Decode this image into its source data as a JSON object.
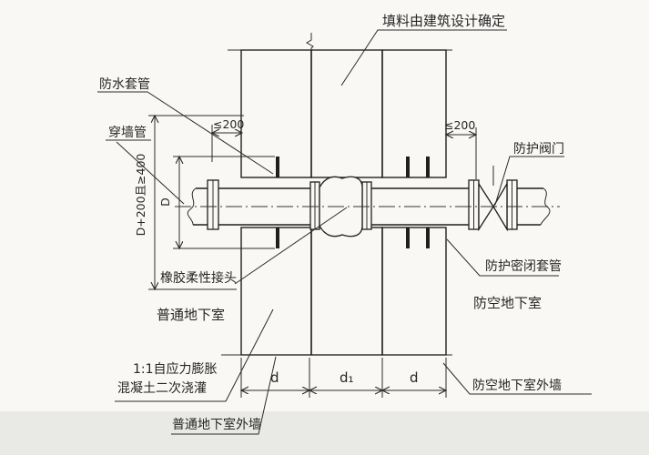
{
  "diagram": {
    "type": "construction-detail-drawing",
    "subject": "pipe penetration through basement exterior walls with flexible joint",
    "labels": {
      "filler_note": "填料由建筑设计确定",
      "waterproof_sleeve": "防水套管",
      "through_wall_pipe": "穿墙管",
      "protective_valve": "防护阀门",
      "rubber_flexible_joint": "橡胶柔性接头",
      "ordinary_basement": "普通地下室",
      "protective_sealed_sleeve": "防护密闭套管",
      "air_defense_basement": "防空地下室",
      "secondary_pour_line1": "1:1自应力膨胀",
      "secondary_pour_line2": "混凝土二次浇灌",
      "ordinary_basement_wall": "普通地下室外墙",
      "air_defense_basement_wall": "防空地下室外墙"
    },
    "dimensions": {
      "left_sleeve_projection": "≤200",
      "right_sleeve_projection": "≤200",
      "hole_size": "D+200且≥400",
      "sleeve_diameter": "D",
      "left_wall_thickness": "d",
      "filler_gap_width": "d₁",
      "right_wall_thickness": "d"
    },
    "colors": {
      "line": "#2b2b2b",
      "background": "#faf8f5",
      "bottom_band": "#e9e9e6",
      "hatch": "#3a3a3a"
    }
  }
}
